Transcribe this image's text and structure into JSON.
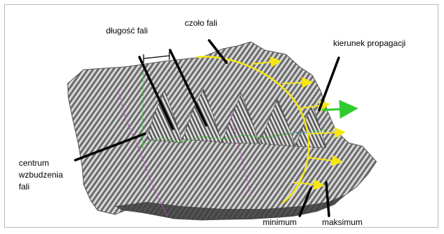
{
  "labels": {
    "wavelength": "długość fali",
    "wave_front": "czoło fali",
    "propagation_direction": "kierunek propagacji",
    "excitation_center": [
      "centrum",
      "wzbudzenia",
      "fali"
    ],
    "minimum": "minimum",
    "maximum": "maksimum"
  },
  "colors": {
    "surface_fill": "#8e8e8e",
    "surface_dark": "#3c3c3c",
    "surface_light": "#e4e4e4",
    "wave_front_curve": "#f5e614",
    "arrows": "#f5e614",
    "main_direction_arrow": "#2ecb2e",
    "green_guide": "#32cd32",
    "magenta_guide": "#c846c8",
    "pointer_lines": "#000000",
    "frame": "#b9b9b9"
  }
}
